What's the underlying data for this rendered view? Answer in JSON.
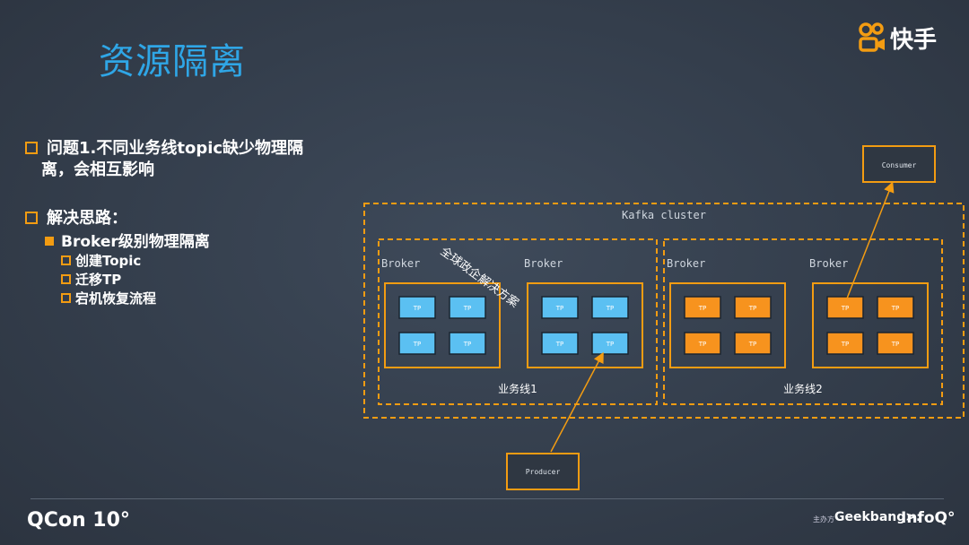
{
  "slide": {
    "title": "资源隔离",
    "logo_text": "快手"
  },
  "bullets": {
    "problem_line1": "问题1.不同业务线topic缺少物理隔",
    "problem_line2": "离，会相互影响",
    "solution": "解决思路：",
    "level2": "Broker级别物理隔离",
    "sub_items": [
      "创建Topic",
      "迁移TP",
      "宕机恢复流程"
    ]
  },
  "diagram": {
    "consumer_label": "Consumer",
    "producer_label": "Producer",
    "cluster_label": "Kafka cluster",
    "broker_label": "Broker",
    "tp_label": "TP",
    "line1_label": "业务线1",
    "line2_label": "业务线2",
    "annotation": "全球政企解决方案",
    "colors": {
      "orange": "#f39c12",
      "tp_blue": "#5bc0f2",
      "tp_orange": "#f7931e"
    }
  },
  "footer": {
    "qcon": "QCon 10°",
    "geek_small": "主办方",
    "geek_brand": "Geekbang>.",
    "infoq": "InfoQ°"
  }
}
